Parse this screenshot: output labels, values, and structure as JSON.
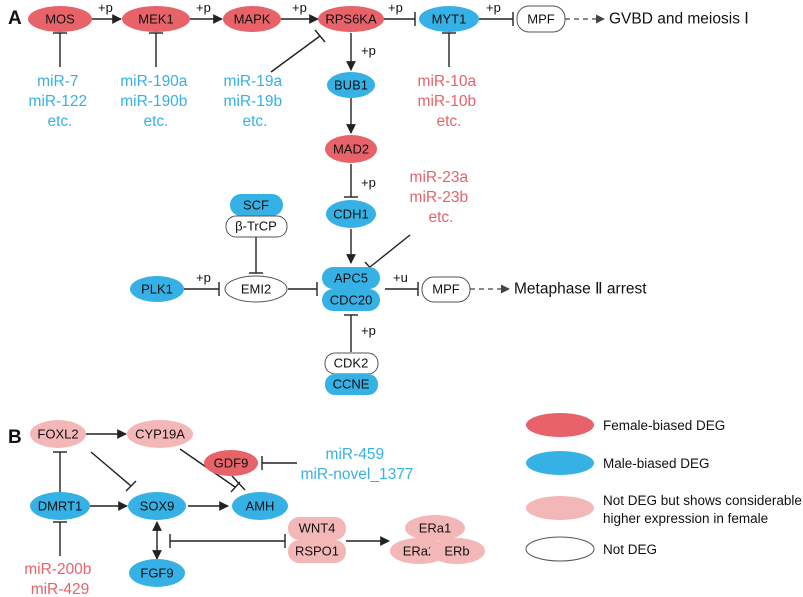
{
  "panels": {
    "a": "A",
    "b": "B"
  },
  "colors": {
    "female": "#e8626a",
    "male": "#36b1e6",
    "pink": "#f4b7b8",
    "not_deg": "#ffffff"
  },
  "nodes": {
    "mos": "MOS",
    "mek1": "MEK1",
    "mapk": "MAPK",
    "rps6ka": "RPS6KA",
    "myt1": "MYT1",
    "mpf1": "MPF",
    "bub1": "BUB1",
    "mad2": "MAD2",
    "cdh1": "CDH1",
    "scf": "SCF",
    "btrcp": "β-TrCP",
    "plk1": "PLK1",
    "emi2": "EMI2",
    "apc5": "APC5",
    "cdc20": "CDC20",
    "mpf2": "MPF",
    "cdk2": "CDK2",
    "ccne": "CCNE",
    "foxl2": "FOXL2",
    "cyp19a": "CYP19A",
    "gdf9": "GDF9",
    "dmrt1": "DMRT1",
    "sox9": "SOX9",
    "amh": "AMH",
    "fgf9": "FGF9",
    "wnt4": "WNT4",
    "rspo1": "RSPO1",
    "era1": "ERa1",
    "era2": "ERa2",
    "erb": "ERb"
  },
  "outcomes": {
    "gvbd": "GVBD and meiosis Ⅰ",
    "metaphase": "Metaphase Ⅱ arrest"
  },
  "signs": {
    "p": "+p",
    "u": "+u"
  },
  "mirs": {
    "mos": [
      "miR-7",
      "miR-122",
      "etc."
    ],
    "mek1": [
      "miR-190a",
      "miR-190b",
      "etc."
    ],
    "rps6ka": [
      "miR-19a",
      "miR-19b",
      "etc."
    ],
    "myt1": [
      "miR-10a",
      "miR-10b",
      "etc."
    ],
    "apc": [
      "miR-23a",
      "miR-23b",
      "etc."
    ],
    "gdf9": [
      "miR-459",
      "miR-novel_1377"
    ],
    "dmrt1": [
      "miR-200b",
      "miR-429"
    ]
  },
  "legend": {
    "female": "Female-biased DEG",
    "male": "Male-biased DEG",
    "pink": [
      "Not DEG but shows considerable",
      "higher expression in female"
    ],
    "not_deg": "Not DEG"
  }
}
